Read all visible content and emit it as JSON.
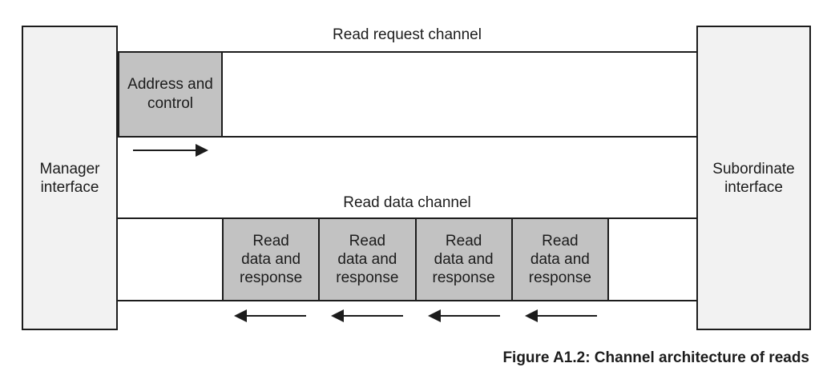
{
  "figure": {
    "caption": "Figure A1.2: Channel architecture of reads"
  },
  "interfaces": {
    "manager": {
      "label": "Manager\ninterface"
    },
    "subordinate": {
      "label": "Subordinate\ninterface"
    }
  },
  "request_channel": {
    "label": "Read request channel",
    "payload": "Address and\ncontrol",
    "arrow_icon": "right-arrow-icon",
    "arrow_direction": "manager-to-subordinate"
  },
  "data_channel": {
    "label": "Read data channel",
    "payloads": [
      "Read\ndata and\nresponse",
      "Read\ndata and\nresponse",
      "Read\ndata and\nresponse",
      "Read\ndata and\nresponse"
    ],
    "arrow_icon": "left-arrow-icon",
    "arrow_direction": "subordinate-to-manager",
    "arrow_count": 4
  },
  "colors": {
    "background": "#ffffff",
    "interface_fill": "#f2f2f2",
    "payload_fill": "#c2c2c2",
    "line": "#1c1c1c"
  }
}
